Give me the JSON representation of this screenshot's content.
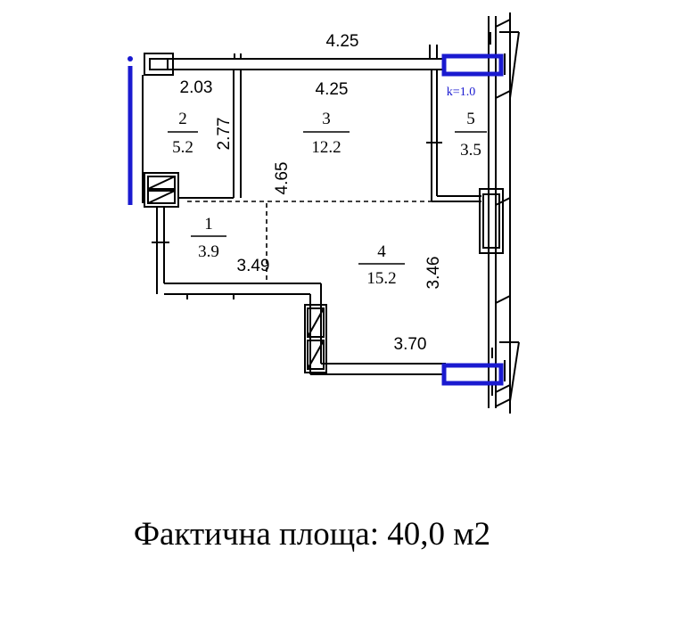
{
  "rooms": [
    {
      "number": "1",
      "area": "3.9"
    },
    {
      "number": "2",
      "area": "5.2"
    },
    {
      "number": "3",
      "area": "12.2"
    },
    {
      "number": "4",
      "area": "15.2"
    },
    {
      "number": "5",
      "area": "3.5"
    }
  ],
  "dimensions": {
    "top_overall": "4.25",
    "room2_width": "2.03",
    "room2_height": "2.77",
    "room3_width": "4.25",
    "room3_height": "4.65",
    "corridor_width": "3.49",
    "room4_height": "3.46",
    "room4_width": "3.70"
  },
  "window_coefficient": "k=1.0",
  "caption": "Фактична площа: 40,0 м2",
  "colors": {
    "walls": "#000000",
    "window_marks": "#1a1ad0"
  }
}
